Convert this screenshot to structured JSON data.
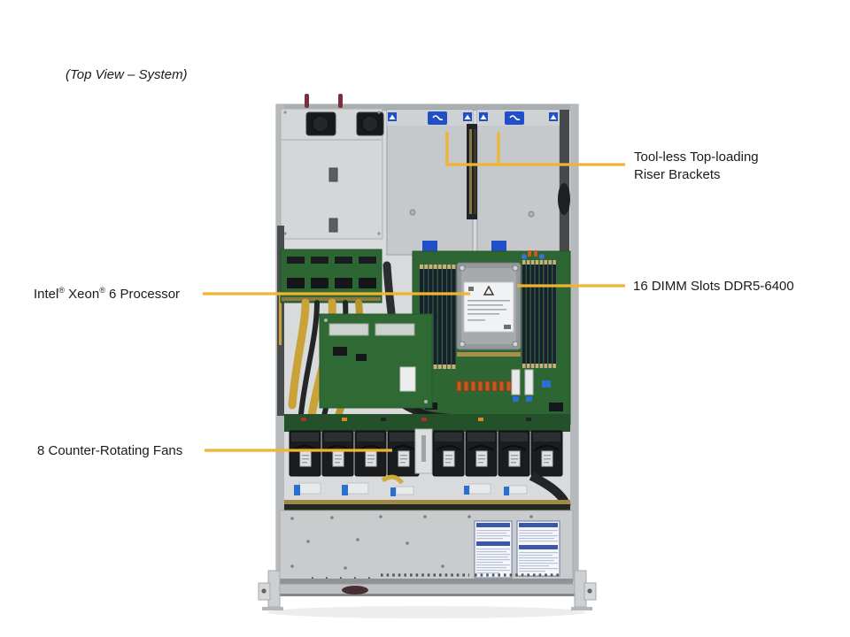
{
  "title": "(Top View – System)",
  "colors": {
    "callout_line": "#EFB432"
  },
  "callouts": {
    "riser": {
      "line1": "Tool-less Top-loading",
      "line2": "Riser Brackets"
    },
    "dimm": {
      "label": "16 DIMM Slots DDR5-6400"
    },
    "cpu": {
      "brand": "Intel",
      "reg1": "®",
      "mid": " Xeon",
      "reg2": "®",
      "rest": " 6 Processor"
    },
    "fans": {
      "label": "8 Counter-Rotating Fans"
    }
  }
}
